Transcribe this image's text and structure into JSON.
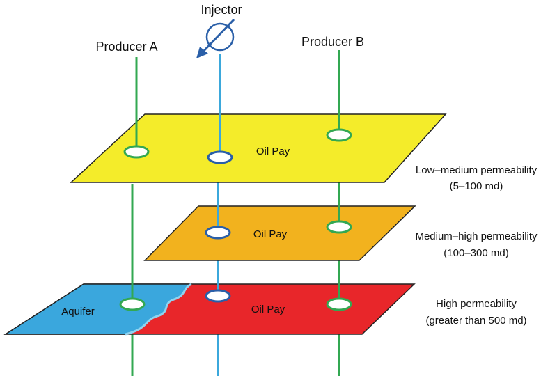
{
  "wells": {
    "injector": "Injector",
    "producer_a": "Producer A",
    "producer_b": "Producer B"
  },
  "layers": {
    "top": {
      "zone_label": "Oil Pay",
      "permeability": "Low–medium permeability",
      "range": "(5–100 md)"
    },
    "middle": {
      "zone_label": "Oil Pay",
      "permeability": "Medium–high permeability",
      "range": "(100–300 md)"
    },
    "bottom": {
      "zone_label": "Oil Pay",
      "aquifer_label": "Aquifer",
      "permeability": "High permeability",
      "range": "(greater than 500 md)"
    }
  },
  "colors": {
    "top_layer": "#f4ec2a",
    "middle_layer": "#f2b21e",
    "bottom_oil": "#e8262a",
    "aquifer": "#3aa7dd",
    "producer_pipe": "#33a852",
    "injector_pipe": "#3ba8dc",
    "injector_ring": "#2a5fa8",
    "outline": "#222222"
  }
}
